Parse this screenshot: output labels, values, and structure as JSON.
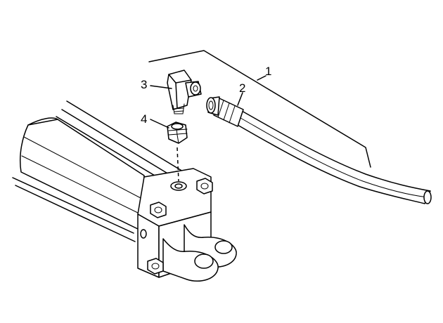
{
  "figure": {
    "callouts": [
      {
        "id": "1",
        "text": "1"
      },
      {
        "id": "2",
        "text": "2"
      },
      {
        "id": "3",
        "text": "3"
      },
      {
        "id": "4",
        "text": "4"
      }
    ]
  },
  "colors": {
    "line": "#000000",
    "background": "#ffffff"
  }
}
